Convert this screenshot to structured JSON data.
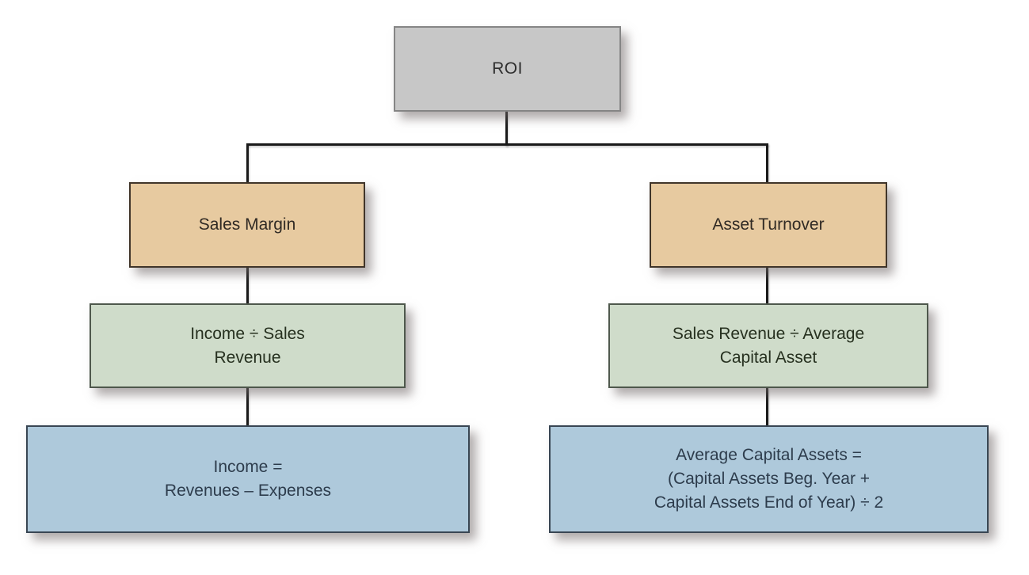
{
  "diagram": {
    "nodes": {
      "roi": {
        "label": "ROI"
      },
      "sales_margin": {
        "label": "Sales Margin"
      },
      "asset_turnover": {
        "label": "Asset Turnover"
      },
      "sales_margin_formula": {
        "label": "Income ÷ Sales\nRevenue"
      },
      "asset_turnover_formula": {
        "label": "Sales Revenue ÷ Average\nCapital Asset"
      },
      "income_detail": {
        "label": "Income =\nRevenues – Expenses"
      },
      "average_capital_detail": {
        "label": "Average Capital Assets =\n(Capital Assets Beg. Year +\nCapital Assets End of Year) ÷ 2"
      }
    },
    "colors": {
      "background": "#ffffff",
      "roi_fill": "#c7c7c7",
      "roi_border": "#858585",
      "branch_fill": "#e7caa0",
      "branch_border": "#40352a",
      "formula_fill": "#cfdcca",
      "formula_border": "#4e584c",
      "detail_fill": "#aec9db",
      "detail_border": "#394653",
      "connector_line": "#1a1a1a"
    }
  }
}
